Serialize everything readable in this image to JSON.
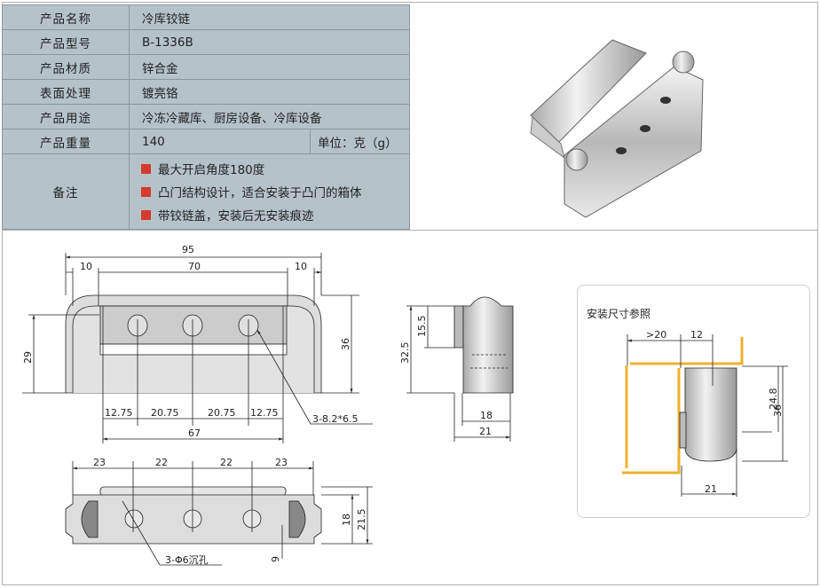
{
  "spec": {
    "rows": [
      {
        "label": "产品名称",
        "value": "冷库铰链"
      },
      {
        "label": "产品型号",
        "value": "B-1336B"
      },
      {
        "label": "产品材质",
        "value": "锌合金"
      },
      {
        "label": "表面处理",
        "value": "镀亮铬"
      },
      {
        "label": "产品用途",
        "value": "冷冻冷藏库、厨房设备、冷库设备"
      },
      {
        "label": "产品重量",
        "value": "140",
        "unit": "单位：克（g）"
      }
    ],
    "notes_label": "备注",
    "notes": [
      "最大开启角度180度",
      "凸门结构设计，适合安装于凸门的箱体",
      "带铰链盖，安装后无安装痕迹"
    ],
    "bullet_color": "#d63a2c"
  },
  "front_view": {
    "overall": "95",
    "left": "10",
    "middle": "70",
    "right": "10",
    "height_left": "29",
    "height_right": "36",
    "spacing": [
      "12.75",
      "20.75",
      "20.75",
      "12.75"
    ],
    "total": "67",
    "slot_note": "3-8.2*6.5"
  },
  "bottom_view": {
    "spacing": [
      "23",
      "22",
      "22",
      "23"
    ],
    "h1": "18",
    "h2": "21.5",
    "offset": "9",
    "hole_note": "3-Φ6沉孔"
  },
  "side_view": {
    "h_total": "32.5",
    "h_upper": "15.5",
    "w_inner": "18",
    "w_outer": "21"
  },
  "install": {
    "title": "安装尺寸参照",
    "gap": ">20",
    "offset": "12",
    "h_inner": "24.8",
    "h_total": "36",
    "width": "21",
    "bracket_color": "#f0b030"
  }
}
